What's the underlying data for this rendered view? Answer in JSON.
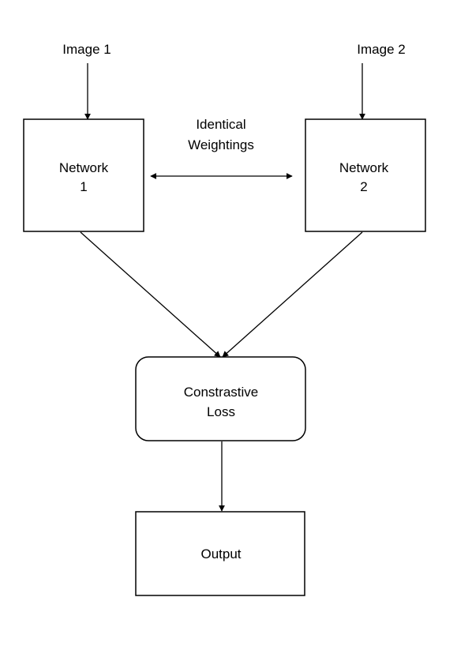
{
  "inputs": {
    "image1": "Image 1",
    "image2": "Image 2"
  },
  "network1": {
    "line1": "Network",
    "line2": "1"
  },
  "network2": {
    "line1": "Network",
    "line2": "2"
  },
  "weights_label": {
    "line1": "Identical",
    "line2": "Weightings"
  },
  "loss": {
    "line1": "Constrastive",
    "line2": "Loss"
  },
  "output": {
    "label": "Output"
  },
  "style": {
    "stroke_color": "#000000",
    "background": "#ffffff"
  }
}
